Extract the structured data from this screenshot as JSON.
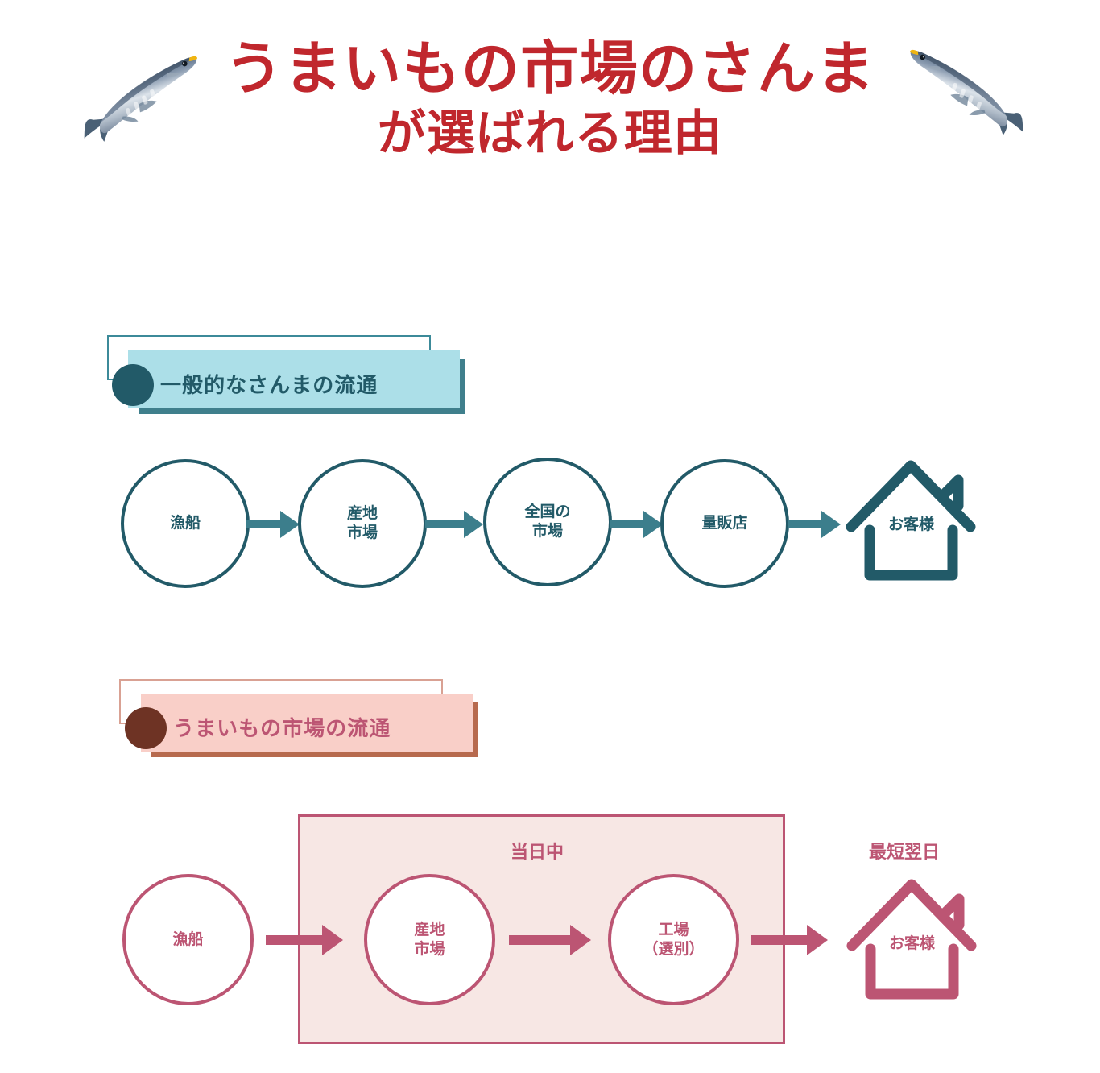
{
  "title": {
    "line1": "うまいもの市場のさんま",
    "line2": "が選ばれる理由",
    "color": "#C0272D"
  },
  "decor": {
    "fish_left": "sanma-fish-illustration",
    "fish_right": "sanma-fish-illustration"
  },
  "colors": {
    "teal_dark": "#225A68",
    "teal_mid": "#3C7E8C",
    "teal_light": "#ACDFE8",
    "teal_outline": "#3C8A99",
    "rose": "#BC5573",
    "pink_light": "#F9CFC8",
    "pink_box": "#F7E7E4",
    "brown": "#6E3324",
    "brown_outline": "#D9A193",
    "title_red": "#C0272D"
  },
  "sections": [
    {
      "id": "general",
      "header": "一般的なさんまの流通",
      "theme": "teal",
      "flow": {
        "nodes": [
          {
            "label": "漁船",
            "type": "circle"
          },
          {
            "label": "産地\n市場",
            "type": "circle"
          },
          {
            "label": "全国の\n市場",
            "type": "circle"
          },
          {
            "label": "量販店",
            "type": "circle"
          },
          {
            "label": "お客様",
            "type": "house"
          }
        ],
        "arrows": 4
      }
    },
    {
      "id": "umaimono",
      "header": "うまいもの市場の流通",
      "theme": "rose",
      "flow": {
        "nodes": [
          {
            "label": "漁船",
            "type": "circle"
          },
          {
            "label": "産地\n市場",
            "type": "circle"
          },
          {
            "label": "工場\n（選別）",
            "type": "circle"
          },
          {
            "label": "お客様",
            "type": "house"
          }
        ],
        "arrows": 3,
        "group_box_label": "当日中",
        "delivery_label": "最短翌日"
      }
    }
  ]
}
